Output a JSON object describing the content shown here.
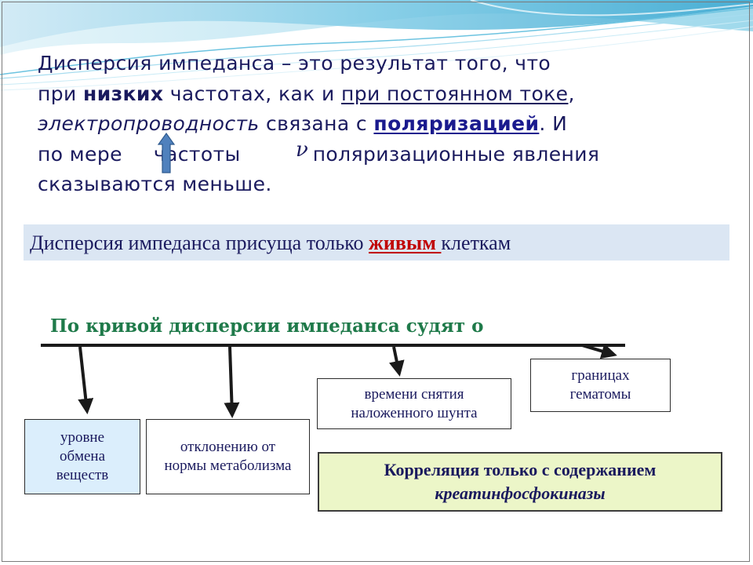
{
  "paragraph": {
    "l1": "Дисперсия импеданса – это результат того, что",
    "l2_a": "при ",
    "l2_b": "низких",
    "l2_c": " частотах, как и ",
    "l2_d": "при постоянном токе",
    "l2_e": ",",
    "l3_a": "электропроводность",
    "l3_b": " связана с ",
    "l3_c": "поляризацией",
    "l3_d": ". И",
    "l4_a": "по мере",
    "l4_b": "частоты",
    "l4_nu": "ν",
    "l4_c": "поляризационные явления",
    "l5": "сказываются меньше."
  },
  "banner": {
    "a": "Дисперсия импеданса присуща только ",
    "b": "живым ",
    "c": "клеткам"
  },
  "judge_title": "По кривой дисперсии импеданса судят о",
  "boxes": {
    "metabolism_level": "уровне обмена веществ",
    "norm_deviation": "отклонению от нормы метаболизма",
    "shunt_time": "времени снятия наложенного шунта",
    "hematoma": "границах гематомы",
    "correlation_a": "Корреляция только с содержанием",
    "correlation_b": "креатинфосфокиназы"
  },
  "colors": {
    "text_navy": "#1a1a5e",
    "title_green": "#1f7a4a",
    "highlight_red": "#c00000",
    "banner_bg": "#dbe6f3",
    "box_blue": "#dbeefc",
    "box_green": "#ecf6c8",
    "up_arrow": "#4f81bd"
  },
  "icons": {
    "increase": "up-arrow-icon"
  }
}
